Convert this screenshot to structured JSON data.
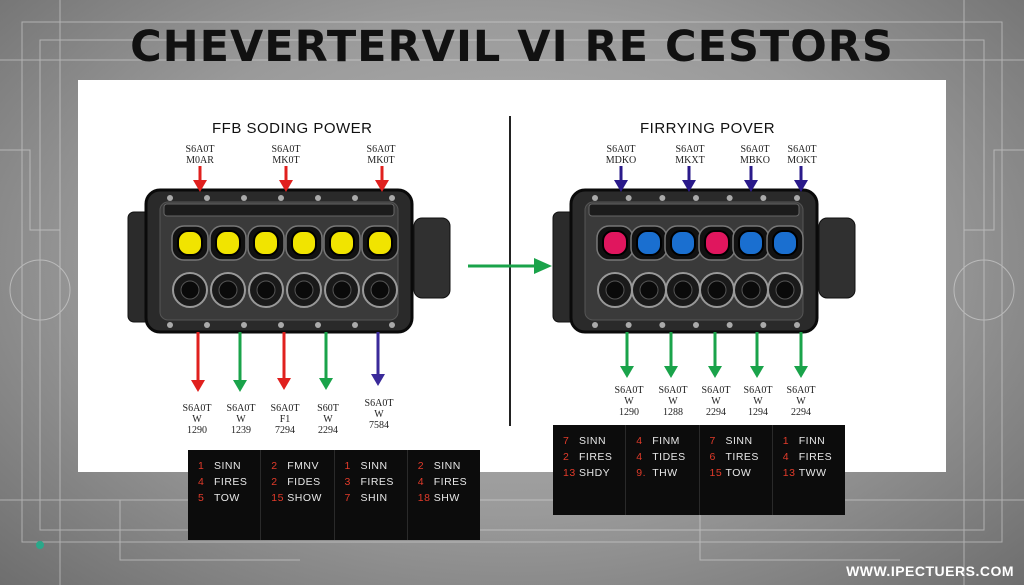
{
  "title": "CHEVERTERVIL VI RE CESTORS",
  "footer": "WWW.IPECTUERS.COM",
  "left": {
    "heading": "FFB SODING POWER",
    "top_labels": [
      {
        "l1": "S6A0T",
        "l2": "M0AR",
        "color": "#e0201e"
      },
      {
        "l1": "S6A0T",
        "l2": "MK0T",
        "color": "#e0201e"
      },
      {
        "l1": "S6A0T",
        "l2": "MK0T",
        "color": "#e0201e"
      }
    ],
    "bottom_labels": [
      {
        "l1": "S6A0T",
        "l2": "W",
        "l3": "1290",
        "color": "#e0201e"
      },
      {
        "l1": "S6A0T",
        "l2": "W",
        "l3": "1239",
        "color": "#1aa34a"
      },
      {
        "l1": "S6A0T",
        "l2": "F1",
        "l3": "7294",
        "color": "#e0201e"
      },
      {
        "l1": "S60T",
        "l2": "W",
        "l3": "2294",
        "color": "#1aa34a"
      },
      {
        "l1": "S6A0T",
        "l2": "W",
        "l3": "7584",
        "color": "#3a2a9a"
      }
    ],
    "cylinder_colors": [
      "#f1e400",
      "#f1e400",
      "#f1e400",
      "#f1e400",
      "#f1e400",
      "#f1e400"
    ],
    "legend": [
      [
        {
          "n": "1",
          "t": "SINN"
        },
        {
          "n": "4",
          "t": "FIRES"
        },
        {
          "n": "5",
          "t": "TOW"
        }
      ],
      [
        {
          "n": "2",
          "t": "FMNV"
        },
        {
          "n": "2",
          "t": "FIDES"
        },
        {
          "n": "15",
          "t": "SHOW"
        }
      ],
      [
        {
          "n": "1",
          "t": "SINN"
        },
        {
          "n": "3",
          "t": "FIRES"
        },
        {
          "n": "7",
          "t": "SHIN"
        }
      ],
      [
        {
          "n": "2",
          "t": "SINN"
        },
        {
          "n": "4",
          "t": "FIRES"
        },
        {
          "n": "18",
          "t": "SHW"
        }
      ]
    ]
  },
  "right": {
    "heading": "FIRRYING POVER",
    "top_labels": [
      {
        "l1": "S6A0T",
        "l2": "MDKO",
        "color": "#2a1a8a"
      },
      {
        "l1": "S6A0T",
        "l2": "MKXT",
        "color": "#2a1a8a"
      },
      {
        "l1": "S6A0T",
        "l2": "MBKO",
        "color": "#2a1a8a"
      },
      {
        "l1": "S6A0T",
        "l2": "MOKT",
        "color": "#2a1a8a"
      }
    ],
    "bottom_labels": [
      {
        "l1": "S6A0T",
        "l2": "W",
        "l3": "1290",
        "color": "#1aa34a"
      },
      {
        "l1": "S6A0T",
        "l2": "W",
        "l3": "1288",
        "color": "#1aa34a"
      },
      {
        "l1": "S6A0T",
        "l2": "W",
        "l3": "2294",
        "color": "#1aa34a"
      },
      {
        "l1": "S6A0T",
        "l2": "W",
        "l3": "1294",
        "color": "#1aa34a"
      },
      {
        "l1": "S6A0T",
        "l2": "W",
        "l3": "2294",
        "color": "#1aa34a"
      }
    ],
    "cylinder_colors": [
      "#e0165e",
      "#1a6fd0",
      "#1a6fd0",
      "#e0165e",
      "#1a6fd0",
      "#1a6fd0"
    ],
    "legend": [
      [
        {
          "n": "7",
          "t": "SINN"
        },
        {
          "n": "2",
          "t": "FIRES"
        },
        {
          "n": "13",
          "t": "SHDY"
        }
      ],
      [
        {
          "n": "4",
          "t": "FINM"
        },
        {
          "n": "4",
          "t": "TIDES"
        },
        {
          "n": "9.",
          "t": "THW"
        }
      ],
      [
        {
          "n": "7",
          "t": "SINN"
        },
        {
          "n": "6",
          "t": "TIRES"
        },
        {
          "n": "15",
          "t": "TOW"
        }
      ],
      [
        {
          "n": "1",
          "t": "FINN"
        },
        {
          "n": "4",
          "t": "FIRES"
        },
        {
          "n": "13",
          "t": "TWW"
        }
      ]
    ]
  },
  "colors": {
    "arrow": "#1aa34a",
    "panel": "#ffffff",
    "legend_bg": "#0c0c0c",
    "legend_num": "#e23b2a"
  }
}
